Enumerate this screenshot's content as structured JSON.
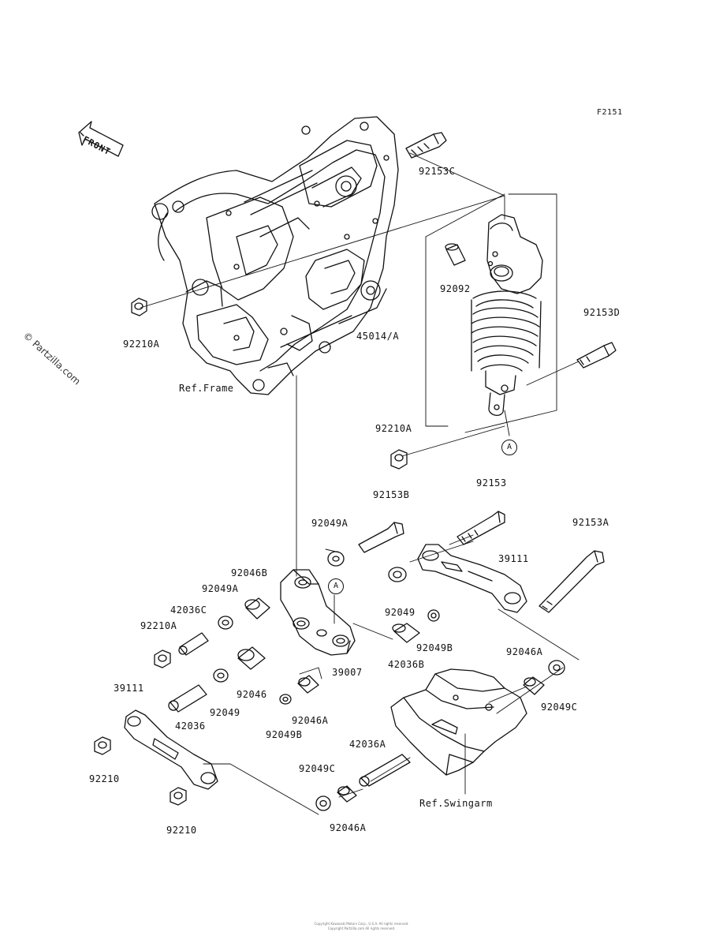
{
  "diagram": {
    "figure_code": "F2151",
    "front_label": "FRONT",
    "watermark": "© Partzilla.com",
    "copyright_line1": "Copyright Kawasaki Motors Corp., U.S.A. All rights reserved.",
    "copyright_line2": "Copyright Partzilla.com All rights reserved.",
    "references": {
      "frame": "Ref.Frame",
      "swingarm": "Ref.Swingarm"
    },
    "markers": [
      "A",
      "A"
    ],
    "parts": [
      "92153C",
      "92092",
      "92153D",
      "92210A",
      "45014/A",
      "92210A",
      "92153B",
      "92153",
      "92153A",
      "92049A",
      "92046B",
      "92049A",
      "39111",
      "42036C",
      "92049",
      "92210A",
      "92049B",
      "42036B",
      "39007",
      "92046A",
      "92046",
      "92049C",
      "39111",
      "42036",
      "92049",
      "92046A",
      "92049B",
      "42036A",
      "92210",
      "92049C",
      "Ref.Swingarm",
      "92210",
      "92046A"
    ]
  }
}
